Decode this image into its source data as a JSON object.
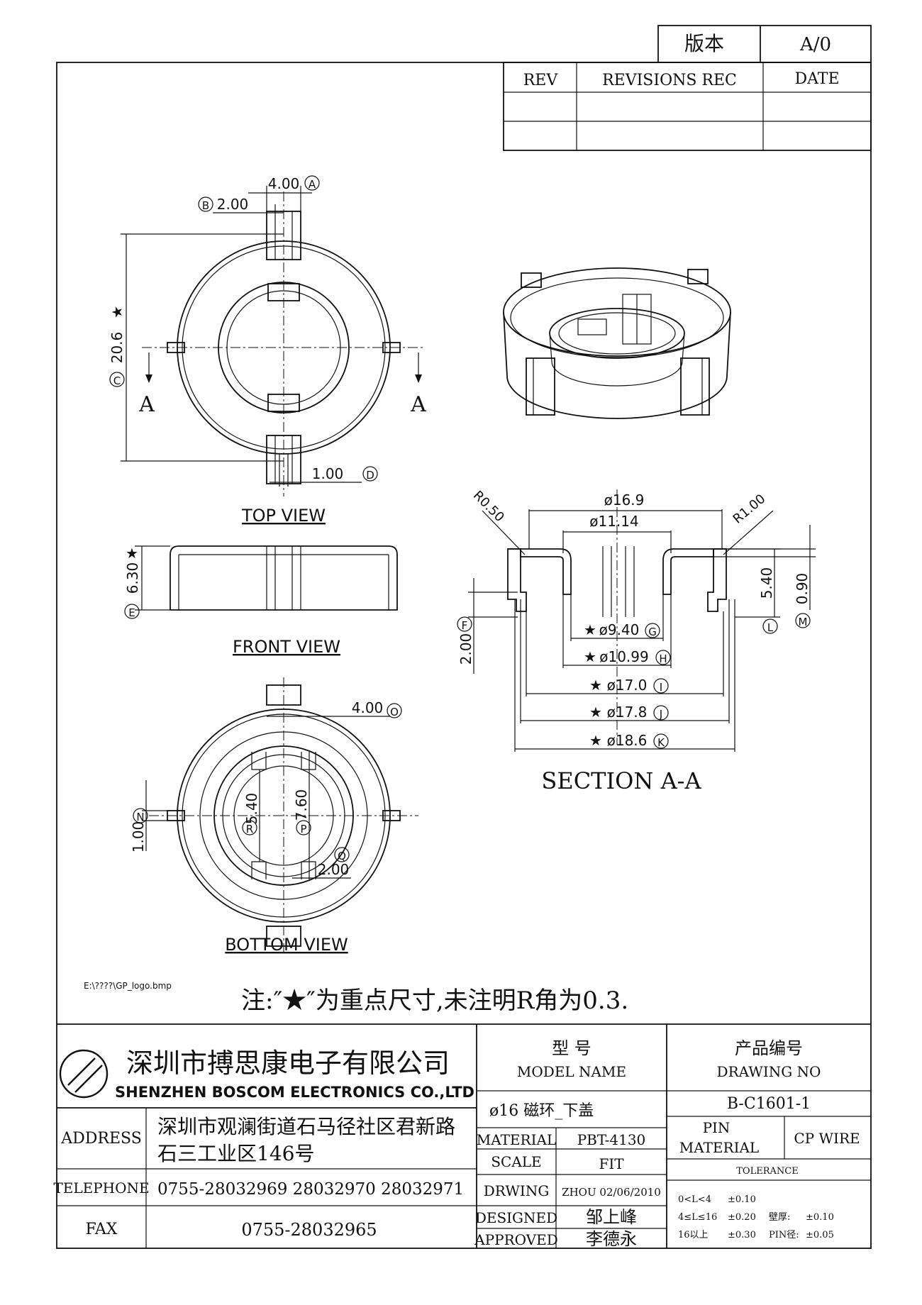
{
  "version_box": {
    "label": "版本",
    "value": "A/0"
  },
  "revisions": {
    "rev": "REV",
    "rec": "REVISIONS REC",
    "date": "DATE"
  },
  "views": {
    "top": "TOP VIEW",
    "front": "FRONT VIEW",
    "bottom": "BOTTOM VIEW",
    "section": "SECTION A-A"
  },
  "section_marks": {
    "left": "A",
    "right": "A"
  },
  "dims_top": {
    "a": "4.00",
    "a_tag": "A",
    "b": "2.00",
    "b_tag": "B",
    "c": "20.6",
    "c_tag": "C",
    "d": "1.00",
    "d_tag": "D"
  },
  "dims_front": {
    "e": "6.30",
    "e_tag": "E"
  },
  "dims_bottom": {
    "o": "4.00",
    "o_tag": "O",
    "n": "1.00",
    "n_tag": "N",
    "r": "5.40",
    "r_tag": "R",
    "p": "7.60",
    "p_tag": "P",
    "q": "2.00",
    "q_tag": "Q"
  },
  "dims_section": {
    "r050": "R0.50",
    "r100": "R1.00",
    "d169": "ø16.9",
    "d1114": "ø11.14",
    "g": "ø9.40",
    "g_tag": "G",
    "h": "ø10.99",
    "h_tag": "H",
    "i": "ø17.0",
    "i_tag": "I",
    "j": "ø17.8",
    "j_tag": "J",
    "k": "ø18.6",
    "k_tag": "K",
    "f": "2.00",
    "f_tag": "F",
    "l": "5.40",
    "l_tag": "L",
    "m": "0.90",
    "m_tag": "M"
  },
  "star": "★",
  "logo_path": "E:\\????\\GP_logo.bmp",
  "note": "注:″★″为重点尺寸,未注明R角为0.3.",
  "company": {
    "name_cn": "深圳市搏思康电子有限公司",
    "name_en": "SHENZHEN BOSCOM ELECTRONICS CO.,LTD"
  },
  "title_block": {
    "model_cn": "型    号",
    "model_en": "MODEL NAME",
    "drawing_cn": "产品编号",
    "drawing_en": "DRAWING NO",
    "model_value": "ø16 磁环_下盖",
    "drawing_value": "B-C1601-1",
    "address_label": "ADDRESS",
    "address_line1": "深圳市观澜街道石马径社区君新路",
    "address_line2": "石三工业区146号",
    "telephone_label": "TELEPHONE",
    "telephone_value": "0755-28032969 28032970 28032971",
    "fax_label": "FAX",
    "fax_value": "0755-28032965",
    "material_label": "MATERIAL",
    "material_value": "PBT-4130",
    "scale_label": "SCALE",
    "scale_value": "FIT",
    "drwing_label": "DRWING",
    "drwing_value": "ZHOU 02/06/2010",
    "designed_label": "DESIGNED",
    "designed_value": "邹上峰",
    "approved_label": "APPROVED",
    "approved_value": "李德永",
    "pin_label_1": "PIN",
    "pin_label_2": "MATERIAL",
    "pin_value": "CP WIRE",
    "tolerance_label": "TOLERANCE",
    "tol_row1_range": "0<L<4",
    "tol_row1_value": "±0.10",
    "tol_row2_range": "4≤L≤16",
    "tol_row2_value": "±0.20",
    "tol_row2_extra_label": "壁厚:",
    "tol_row2_extra_value": "±0.10",
    "tol_row3_range": "16以上",
    "tol_row3_value": "±0.30",
    "tol_row3_extra_label": "PIN径:",
    "tol_row3_extra_value": "±0.05"
  }
}
